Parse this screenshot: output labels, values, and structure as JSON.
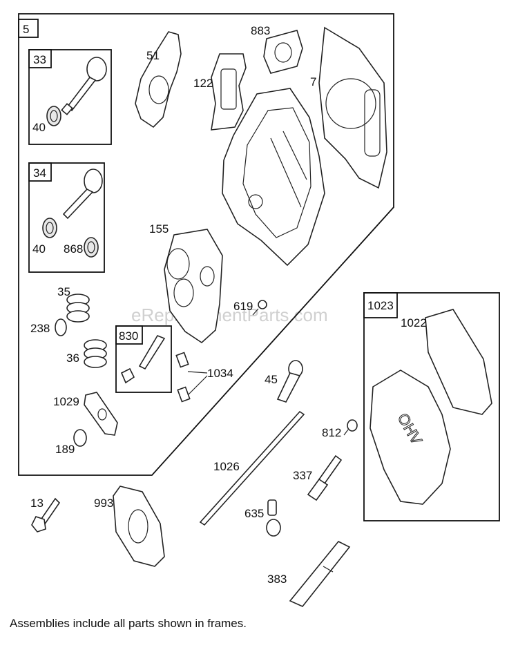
{
  "watermark": "eReplacementParts.com",
  "footnote": "Assemblies include all parts shown in frames.",
  "assembly_frames": [
    "5",
    "33",
    "34",
    "830",
    "1023"
  ],
  "part_labels": {
    "p51": "51",
    "p883": "883",
    "p122": "122",
    "p7": "7",
    "p40a": "40",
    "p40b": "40",
    "p868": "868",
    "p155": "155",
    "p35": "35",
    "p238": "238",
    "p36": "36",
    "p619": "619",
    "p1034": "1034",
    "p1029": "1029",
    "p189": "189",
    "p45": "45",
    "p1022": "1022",
    "p812": "812",
    "p1026": "1026",
    "p337": "337",
    "p13": "13",
    "p993": "993",
    "p635": "635",
    "p383": "383"
  }
}
